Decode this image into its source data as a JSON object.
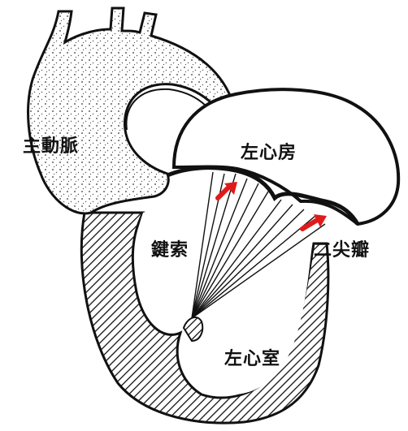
{
  "labels": {
    "aorta": "主動脈",
    "left_atrium": "左心房",
    "chordae": "鍵索",
    "mitral_valve": "二尖瓣",
    "left_ventricle": "左心室"
  },
  "colors": {
    "outline": "#111111",
    "arrow": "#e01b1b",
    "background": "#ffffff"
  }
}
